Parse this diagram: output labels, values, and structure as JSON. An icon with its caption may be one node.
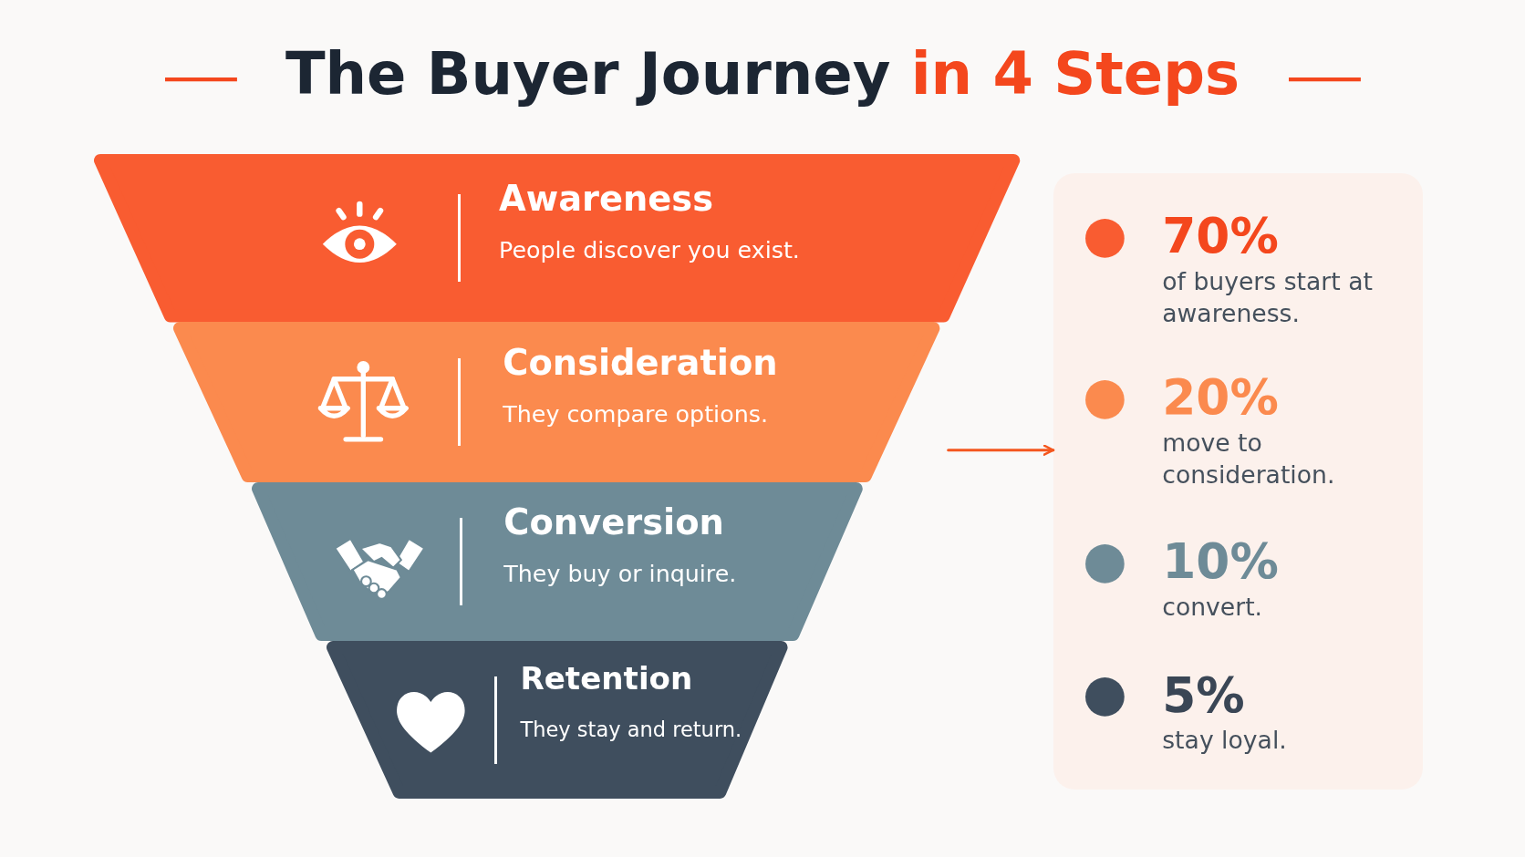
{
  "diagram": {
    "title": "The Buyer Journey in 4 Steps",
    "nodes": [
      {
        "text": [
          "Awareness",
          "People discover you exist."
        ]
      },
      {
        "text": [
          "Consideration",
          "They compare options."
        ]
      },
      {
        "text": [
          "Conversion",
          "They buy or inquire."
        ]
      },
      {
        "text": [
          "Retention",
          "They stay and return."
        ]
      },
      {
        "text": [],
        "shape": "box"
      },
      {
        "text": [
          "70%",
          "of buyers start at awareness."
        ],
        "in": 4
      },
      {
        "text": [
          "20%",
          "move to consideration."
        ],
        "in": 4
      },
      {
        "text": [
          "10%",
          "convert."
        ],
        "in": 4
      },
      {
        "text": [
          "5%",
          "stay loyal."
        ],
        "in": 4
      }
    ],
    "edges": [
      {
        "from": null,
        "to": 4,
        "arrow": "to"
      }
    ]
  }
}
